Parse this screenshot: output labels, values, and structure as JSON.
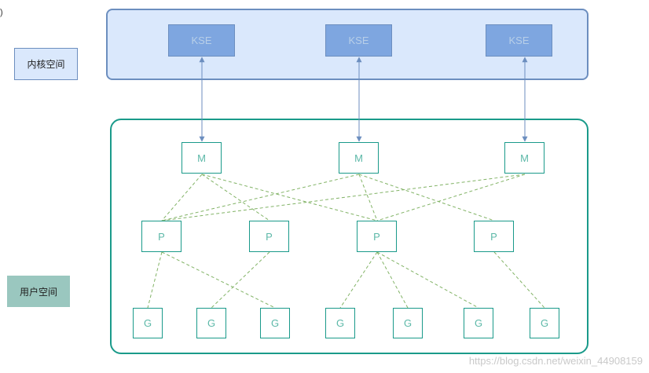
{
  "corner_mark": ")",
  "kernel_label": "内核空间",
  "user_label": "用户空间",
  "kse_nodes": [
    "KSE",
    "KSE",
    "KSE"
  ],
  "m_nodes": [
    "M",
    "M",
    "M"
  ],
  "p_nodes": [
    "P",
    "P",
    "P",
    "P"
  ],
  "g_nodes": [
    "G",
    "G",
    "G",
    "G",
    "G",
    "G",
    "G"
  ],
  "watermark": "https://blog.csdn.net/weixin_44908159",
  "colors": {
    "kernel_fill": "#dae8fc",
    "kernel_border": "#6c8ebf",
    "kse_fill": "#7ea6e0",
    "user_border": "#1a9a8a",
    "dashed_link": "#82b366",
    "arrow": "#6c8ebf",
    "user_label_fill": "#9ac7bf"
  }
}
